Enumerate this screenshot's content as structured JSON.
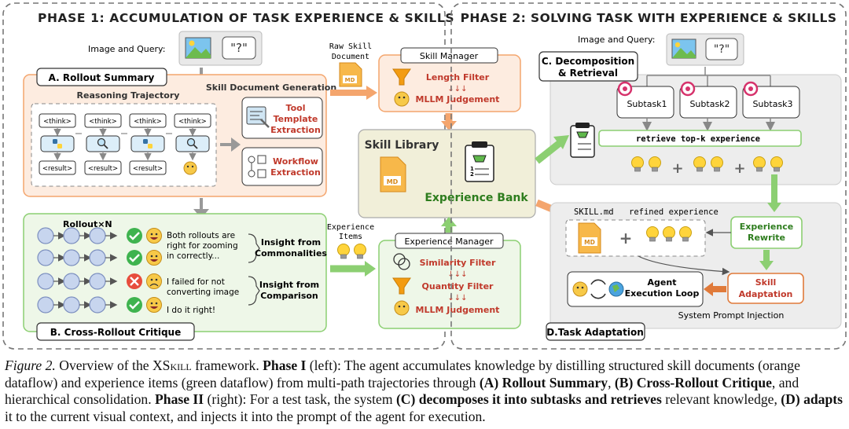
{
  "phase1": {
    "title": "PHASE 1: ACCUMULATION OF TASK EXPERIENCE & SKILLS",
    "image_query_label": "Image and Query:",
    "query_box": "\"?\"",
    "rollout_summary": {
      "title": "A. Rollout Summary",
      "reasoning_label": "Reasoning Trajectory",
      "think_label": "<think>",
      "result_label": "<result>",
      "doc_gen_label": "Skill Document Generation",
      "tool_template": [
        "Tool",
        "Template",
        "Extraction"
      ],
      "workflow": [
        "Workflow",
        "Extraction"
      ]
    },
    "raw_skill_document": [
      "Raw Skill",
      "Document"
    ],
    "md_badge": "MD",
    "skill_manager": {
      "title": "Skill Manager",
      "length_filter": "Length Filter",
      "arrows": "↓↓↓",
      "mllm": "MLLM Judgement"
    },
    "skill_library": {
      "title": "Skill Library",
      "experience_bank": "Experience Bank"
    },
    "cross_rollout": {
      "title": "B. Cross-Rollout Critique",
      "rollout_n": "Rollout×N",
      "comment1": [
        "Both rollouts are",
        "right for zooming",
        "in correctly..."
      ],
      "comment2": [
        "I failed for not",
        "converting image"
      ],
      "comment3": "I do it right!",
      "insight1": [
        "Insight from",
        "Commonalities"
      ],
      "insight2": [
        "Insight from",
        "Comparison"
      ]
    },
    "experience_items": [
      "Experience",
      "Items"
    ],
    "experience_manager": {
      "title": "Experience Manager",
      "similarity": "Similarity Filter",
      "arrows": "↓↓↓",
      "quantity": "Quantity Filter",
      "mllm": "MLLM Judgement"
    }
  },
  "phase2": {
    "title": "PHASE 2: SOLVING TASK WITH EXPERIENCE & SKILLS",
    "image_query_label": "Image and Query:",
    "query_box": "\"?\"",
    "decomposition": [
      "C. Decomposition",
      "& Retrieval"
    ],
    "subtasks": [
      "Subtask1",
      "Subtask2",
      "Subtask3"
    ],
    "retrieve": "retrieve top-k experience",
    "skill_md": "SKILL.md",
    "refined_experience": "refined experience",
    "md_badge": "MD",
    "experience_rewrite": [
      "Experience",
      "Rewrite"
    ],
    "skill_adaptation": [
      "Skill",
      "Adaptation"
    ],
    "agent_loop": [
      "Agent",
      "Execution Loop"
    ],
    "system_prompt": "System Prompt Injection",
    "task_adaptation": "D.Task Adaptation"
  },
  "caption": {
    "label": "Figure 2.",
    "t1": "Overview of the X",
    "name_sc": "Skill",
    "t2": "framework.",
    "phase1_label": "Phase I",
    "t3": "(left): The agent accumulates knowledge by distilling structured skill documents (orange dataflow) and experience items (green dataflow) from multi-path trajectories through",
    "a_label": "(A) Rollout Summary",
    "comma": ",",
    "b_label": "(B) Cross-Rollout Critique",
    "t4": ", and hierarchical consolidation.",
    "phase2_label": "Phase II",
    "t5": "(right): For a test task, the system",
    "c_label": "(C) decomposes it into subtasks and retrieves",
    "t6": "relevant knowledge,",
    "d_label": "(D) adapts",
    "t7": "it to the current visual context, and injects it into the prompt of the agent for execution."
  },
  "colors": {
    "orange": "#f4a56d",
    "orange_fill": "#fdece0",
    "green": "#8ccf72",
    "green_fill": "#eef7e8",
    "gray_fill": "#ededed",
    "dark": "#222222"
  }
}
